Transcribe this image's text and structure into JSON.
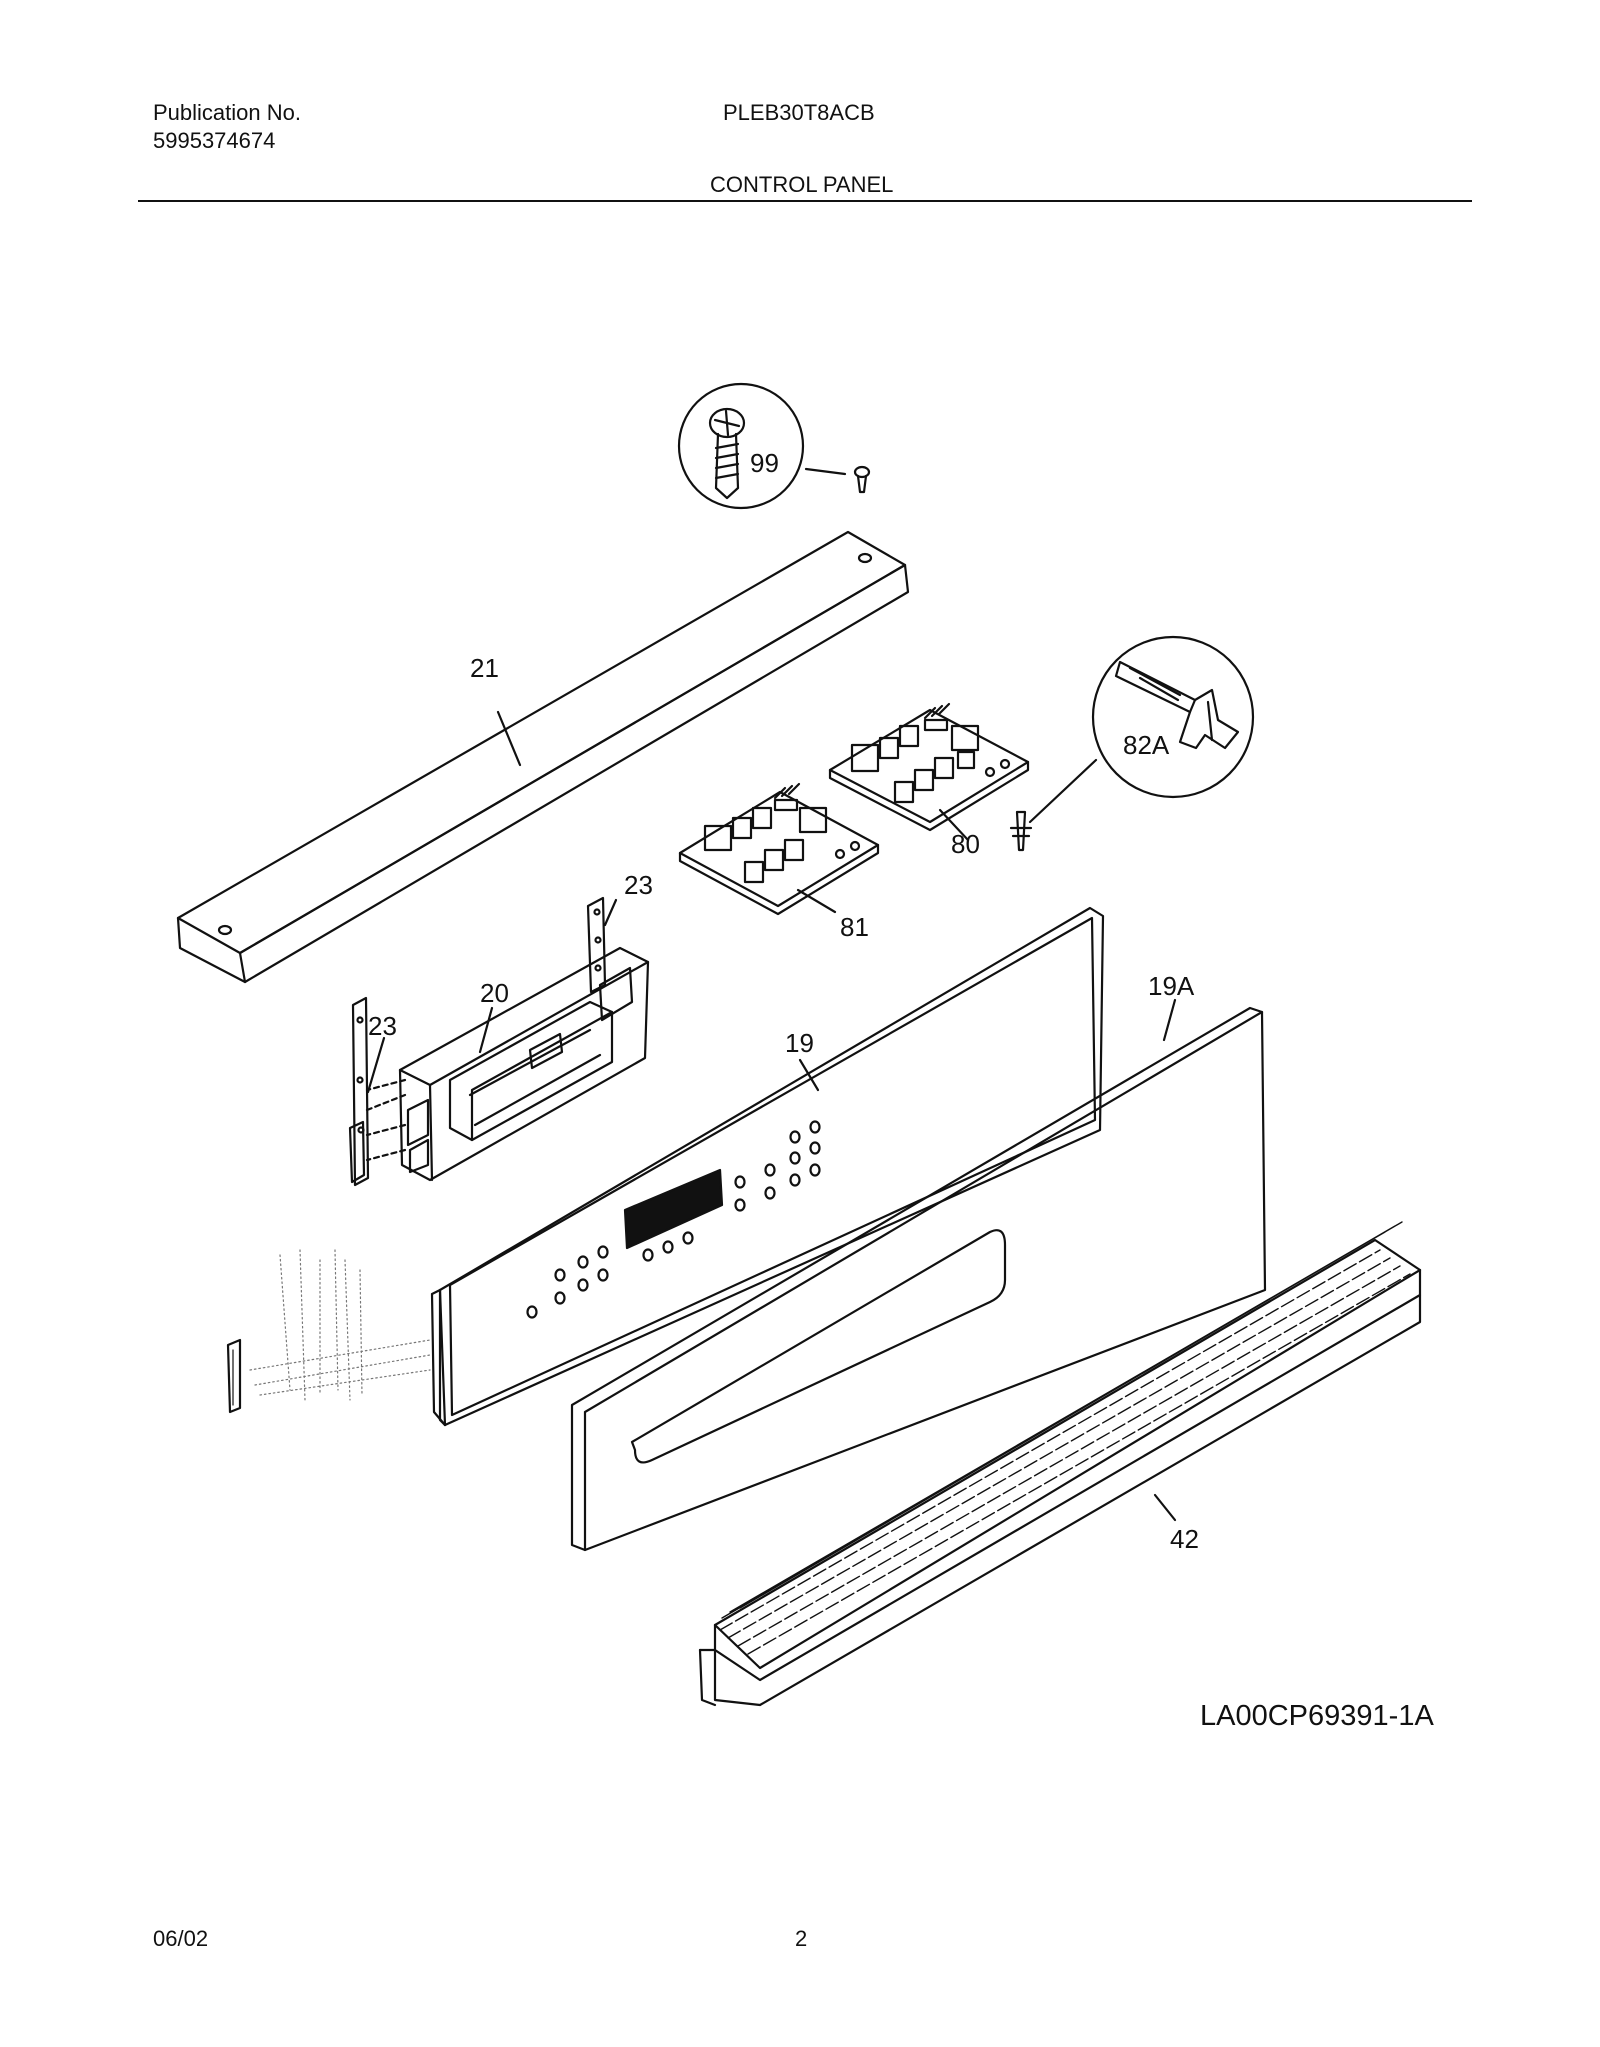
{
  "header": {
    "publication_label": "Publication No.",
    "publication_number": "5995374674",
    "model": "PLEB30T8ACB",
    "section_title": "CONTROL PANEL"
  },
  "callouts": {
    "screw": "99",
    "top_trim": "21",
    "clip": "82A",
    "board_upper": "80",
    "board_lower": "81",
    "bracket_right": "23",
    "bracket_left": "23",
    "clock_module": "20",
    "panel": "19",
    "overlay": "19A",
    "extrusion": "42"
  },
  "drawing_id": "LA00CP69391-1A",
  "footer": {
    "date": "06/02",
    "page": "2"
  }
}
